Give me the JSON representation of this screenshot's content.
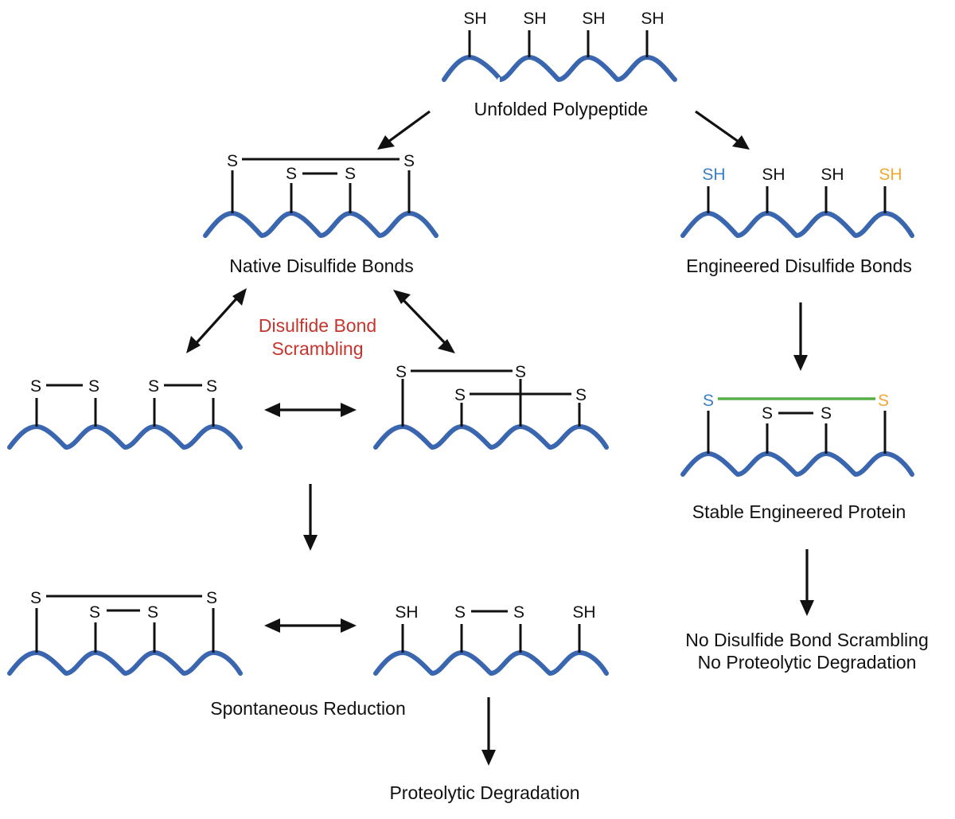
{
  "colors": {
    "backbone": "#3a66b0",
    "bond": "#111111",
    "engineered_bond": "#58b048",
    "engineered_left": "#3a7fc2",
    "engineered_right": "#f0a830",
    "scrambling_label": "#c6352d"
  },
  "labels": {
    "unfolded": "Unfolded Polypeptide",
    "native": "Native Disulfide Bonds",
    "engineered": "Engineered Disulfide Bonds",
    "scrambling_line1": "Disulfide Bond",
    "scrambling_line2": "Scrambling",
    "stable": "Stable Engineered Protein",
    "no_scrambling_line1": "No Disulfide Bond Scrambling",
    "no_scrambling_line2": "No Proteolytic Degradation",
    "spontaneous": "Spontaneous Reduction",
    "proteolytic": "Proteolytic Degradation"
  },
  "atoms": {
    "thiol": "SH",
    "sulfur": "S"
  }
}
